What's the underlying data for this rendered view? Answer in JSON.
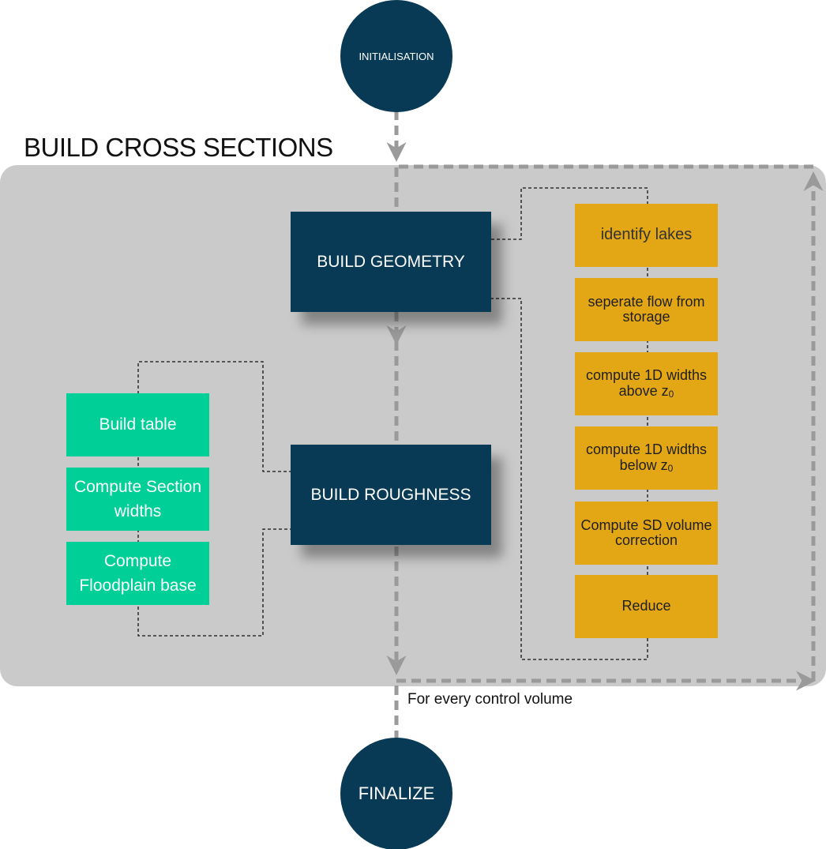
{
  "title": "BUILD CROSS SECTIONS",
  "nodes": {
    "initialisation": "INITIALISATION",
    "finalize": "FINALIZE",
    "build_geometry": "BUILD GEOMETRY",
    "build_roughness": "BUILD ROUGHNESS"
  },
  "geometry_steps": [
    {
      "text": "identify lakes"
    },
    {
      "text": "seperate flow from storage"
    },
    {
      "text": "compute 1D widths above z",
      "sub": "0"
    },
    {
      "text": "compute 1D widths below z",
      "sub": "0"
    },
    {
      "text": "Compute SD volume correction"
    },
    {
      "text": "Reduce"
    }
  ],
  "roughness_steps": [
    {
      "text": "Build table"
    },
    {
      "text": "Compute Section widths"
    },
    {
      "text": "Compute Floodplain base"
    }
  ],
  "loop_label": "For every control volume",
  "colors": {
    "dark": "#083a55",
    "orange": "#e3a715",
    "green": "#00cf98",
    "panel": "#cacaca",
    "flow_arrow": "#9a9a9a"
  }
}
